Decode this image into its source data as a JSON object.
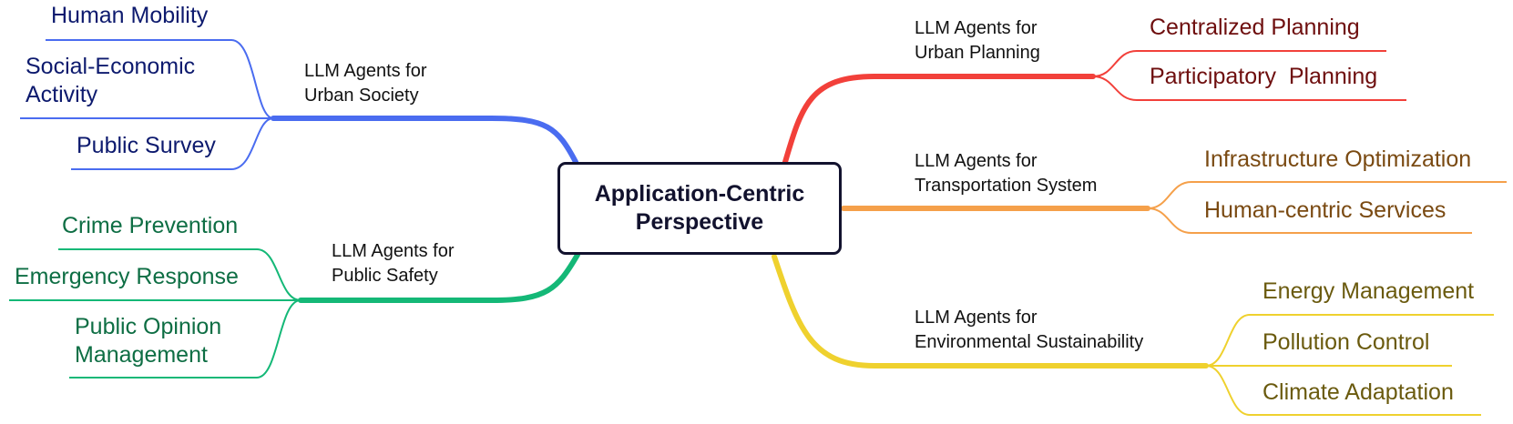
{
  "center": {
    "line1": "Application-Centric",
    "line2": "Perspective"
  },
  "colors": {
    "society": "#4a6cf0",
    "safety": "#14b877",
    "planning": "#f2403a",
    "transport": "#f5a04a",
    "environment": "#efd12e",
    "leaf_society": "#0d1a6e",
    "leaf_safety": "#0e6e44",
    "leaf_planning": "#6e0e0e",
    "leaf_transport": "#7a4a12",
    "leaf_environment": "#6a5a0e",
    "center_border": "#12122e"
  },
  "branches": {
    "society": {
      "label": [
        "LLM Agents for",
        "Urban Society"
      ],
      "leaves": [
        [
          "Human Mobility"
        ],
        [
          "Social-Economic",
          "Activity"
        ],
        [
          "Public Survey"
        ]
      ]
    },
    "safety": {
      "label": [
        "LLM Agents for",
        "Public Safety"
      ],
      "leaves": [
        [
          "Crime Prevention"
        ],
        [
          "Emergency Response"
        ],
        [
          "Public Opinion",
          "Management"
        ]
      ]
    },
    "planning": {
      "label": [
        "LLM Agents for",
        "Urban Planning"
      ],
      "leaves": [
        [
          "Centralized Planning"
        ],
        [
          "Participatory  Planning"
        ]
      ]
    },
    "transport": {
      "label": [
        "LLM Agents for",
        "Transportation System"
      ],
      "leaves": [
        [
          "Infrastructure Optimization"
        ],
        [
          "Human-centric Services"
        ]
      ]
    },
    "environment": {
      "label": [
        "LLM Agents for",
        "Environmental Sustainability"
      ],
      "leaves": [
        [
          "Energy Management"
        ],
        [
          "Pollution Control"
        ],
        [
          "Climate Adaptation"
        ]
      ]
    }
  }
}
